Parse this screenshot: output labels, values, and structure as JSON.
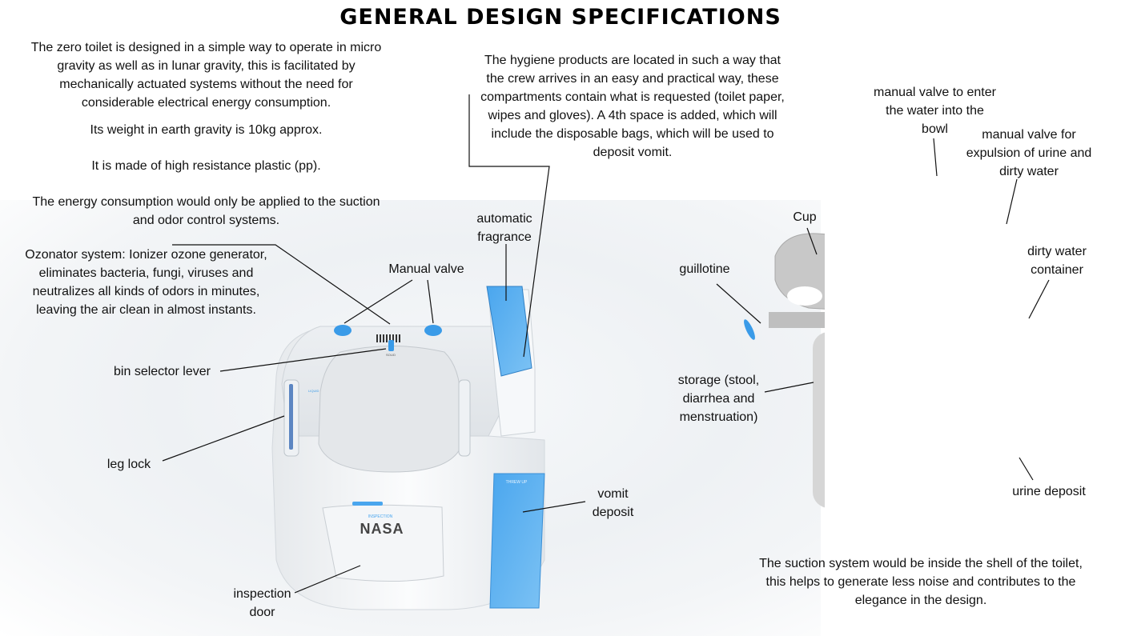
{
  "title": "General Design Specifications",
  "intro": {
    "paragraph_1": "The zero toilet is designed in a simple way to operate in micro\ngravity as well as in lunar gravity, this is facilitated by\nmechanically actuated systems without the need for\nconsiderable electrical energy consumption.",
    "weight": "Its weight in earth gravity is 10kg approx.",
    "material": "It is made of high resistance plastic (pp).",
    "energy": "The energy consumption would only be applied to the suction\nand odor control systems.",
    "ozonator": "Ozonator system: Ionizer ozone generator,\neliminates bacteria, fungi, viruses and\nneutralizes all kinds of odors in minutes,\nleaving the air clean in almost instants."
  },
  "hygiene_note": "The hygiene products are located in such a way that\nthe crew arrives in an easy and practical way, these\ncompartments contain what is requested (toilet paper,\nwipes and gloves). A 4th space is added, which will\ninclude the disposable bags, which will be used to\ndeposit vomit.",
  "suction_note": "The suction system would be inside the shell of the toilet,\nthis helps to generate less noise and contributes to the\nelegance in the design.",
  "toilet_labels": {
    "manual_valve": "Manual valve",
    "automatic_fragrance": "automatic\nfragrance",
    "bin_selector_lever": "bin selector lever",
    "leg_lock": "leg lock",
    "vomit_deposit": "vomit\ndeposit",
    "inspection_door": "inspection\ndoor"
  },
  "toilet_markings": {
    "solid": "SOLID",
    "liquid": "LIQUID",
    "inspection": "INSPECTION",
    "brand": "NASA",
    "threw_up": "THREW UP"
  },
  "internal_labels": {
    "cup": "Cup",
    "guillotine": "guillotine",
    "storage": "storage (stool,\ndiarrhea and\nmenstruation)",
    "valve_water": "manual valve to enter\nthe water into the\nbowl",
    "valve_urine": "manual valve for\nexpulsion of urine and\ndirty water",
    "dirty_water_container": "dirty water\ncontainer",
    "urine_deposit": "urine deposit"
  },
  "colors": {
    "accent_blue": "#3a9be8",
    "accent_light_blue": "#6cb9f2",
    "body_white": "#f2f4f6",
    "part_gray": "#c9c9c9",
    "line": "#111111"
  }
}
